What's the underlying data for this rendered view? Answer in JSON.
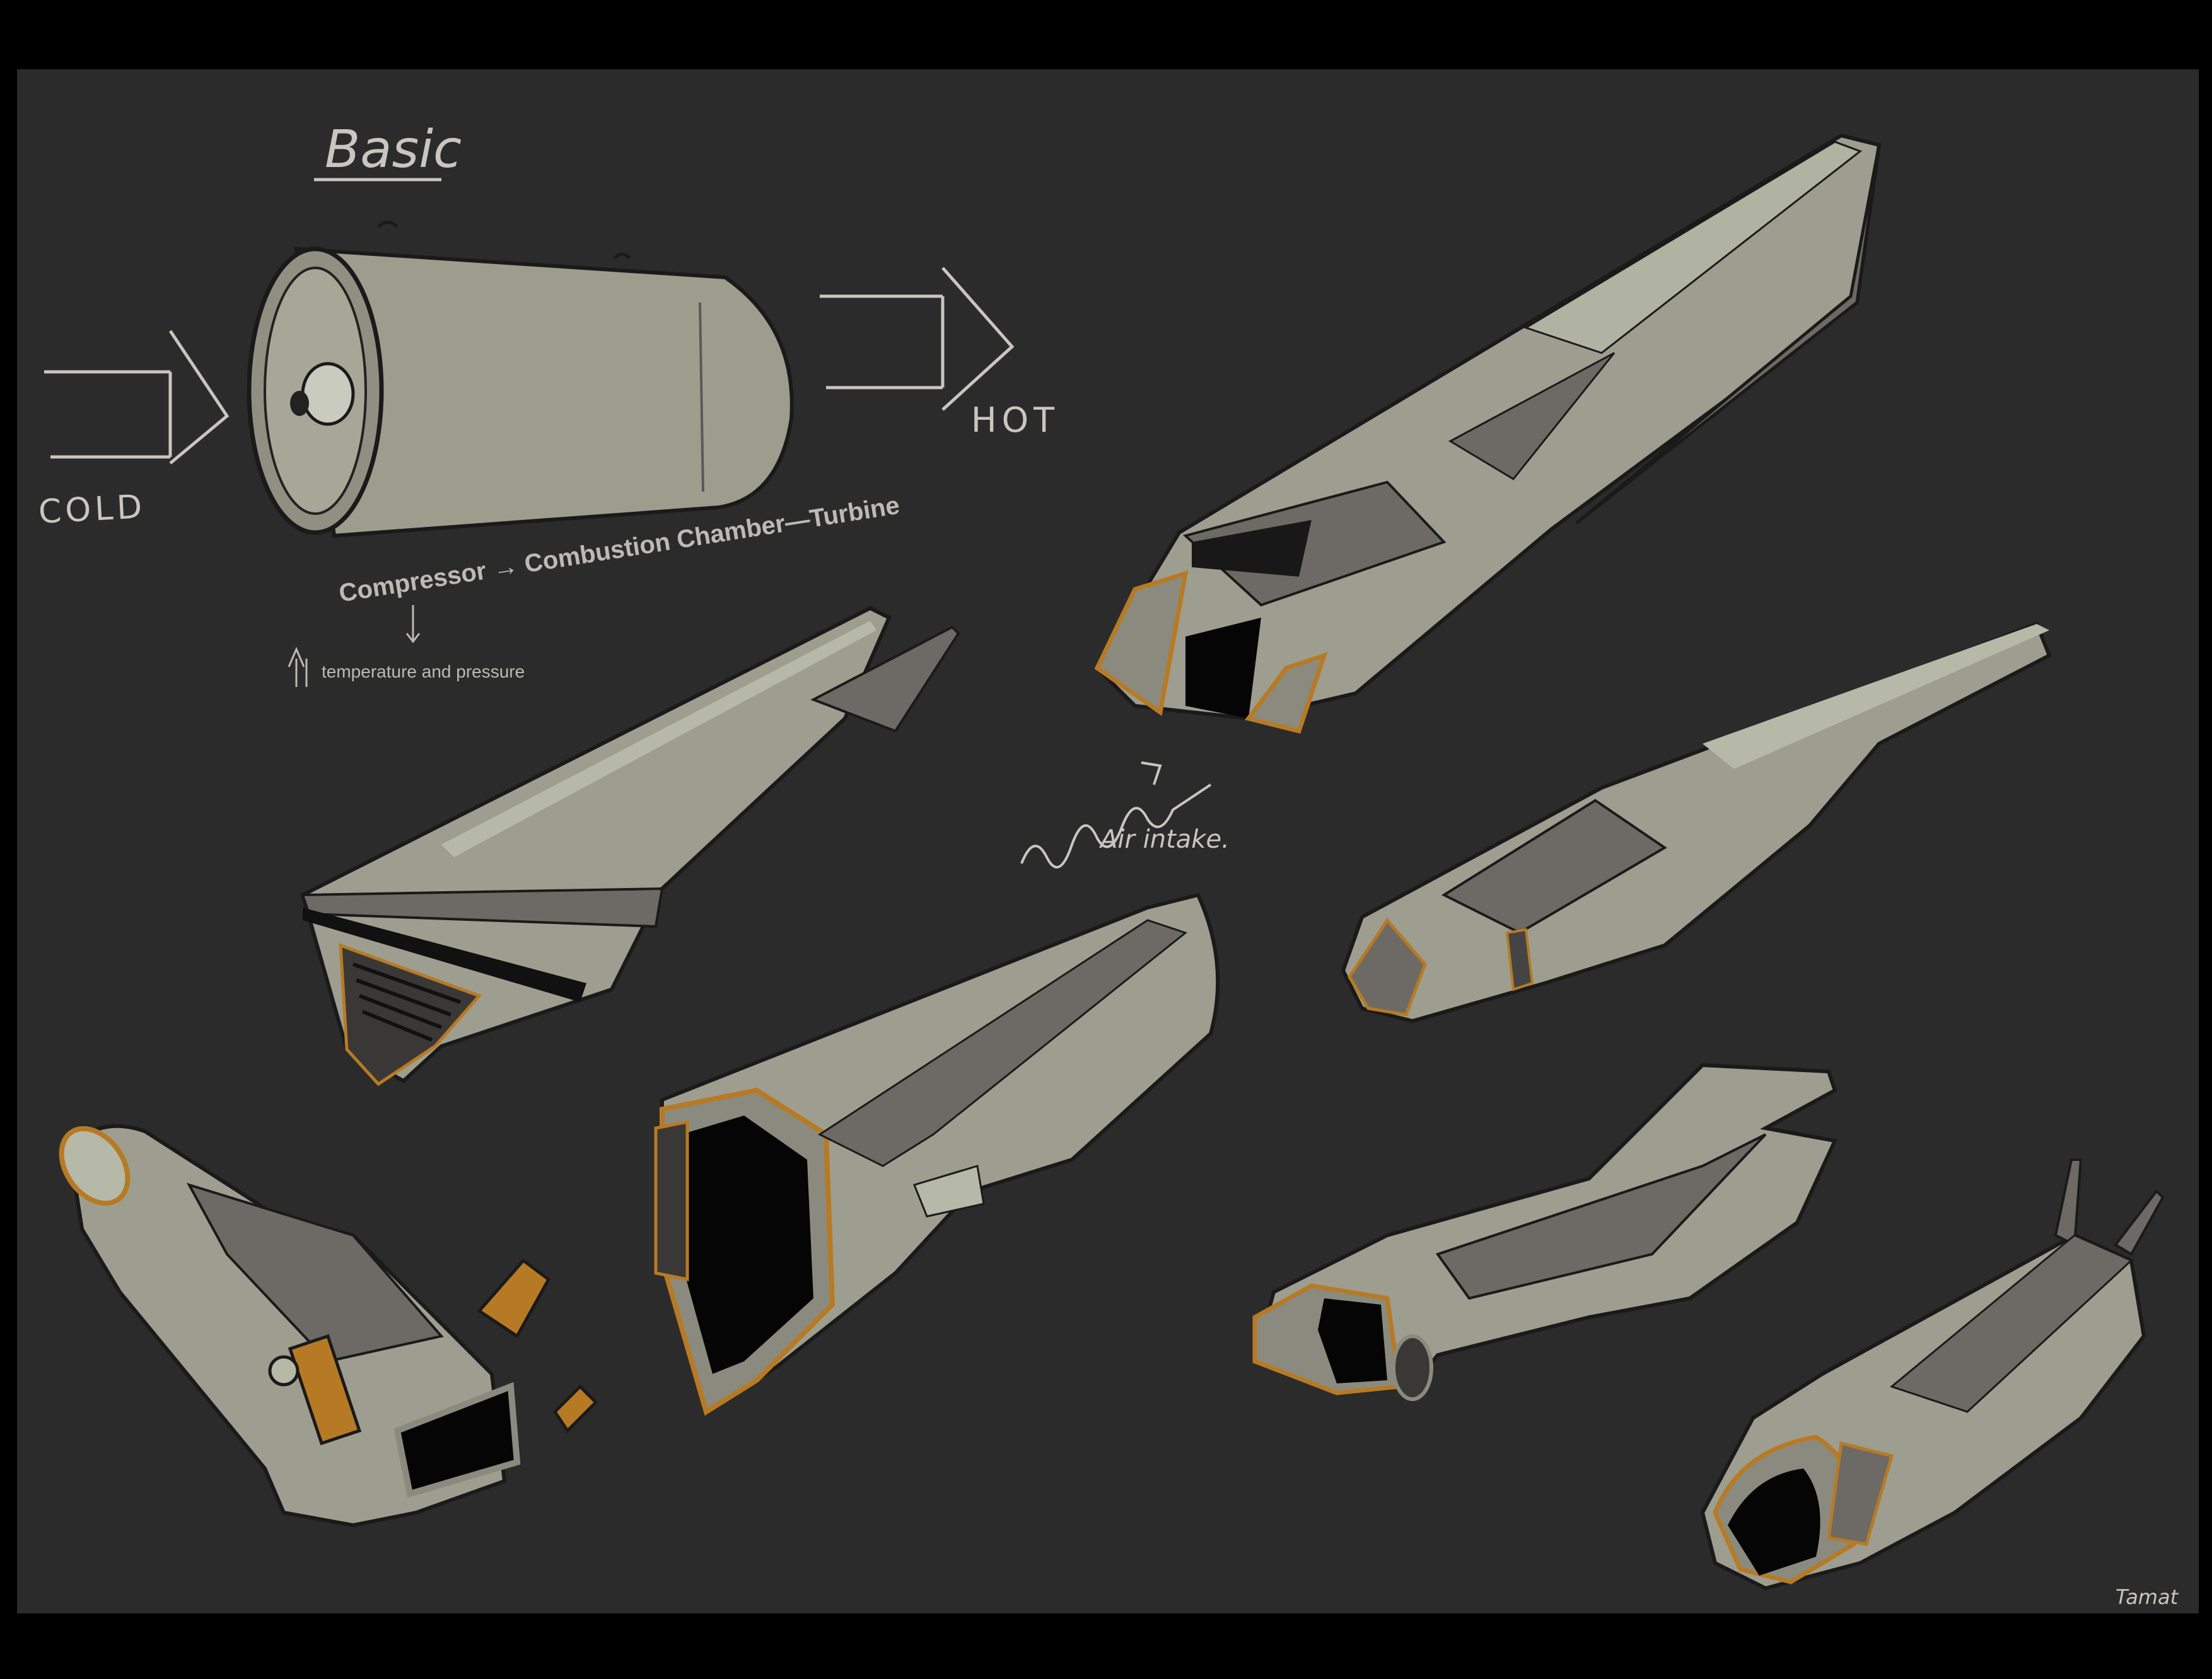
{
  "labels": {
    "basic": "Basic",
    "cold": "COLD",
    "hot": "HOT",
    "flow": "Compressor → Combustion Chamber—Turbine",
    "temp_pressure": "temperature and pressure",
    "air_intake": "Air intake.",
    "signature": "Tamat"
  },
  "colors": {
    "frame": "#000000",
    "background": "#2b2b2b",
    "hull_light": "#9e9f8f",
    "hull_shadow": "#6e6a64",
    "hull_dark": "#4e4b48",
    "trim_orange": "#b77a24",
    "intake_black": "#050505",
    "line": "#1a1a1a",
    "chalk": "#c9c6bf"
  }
}
